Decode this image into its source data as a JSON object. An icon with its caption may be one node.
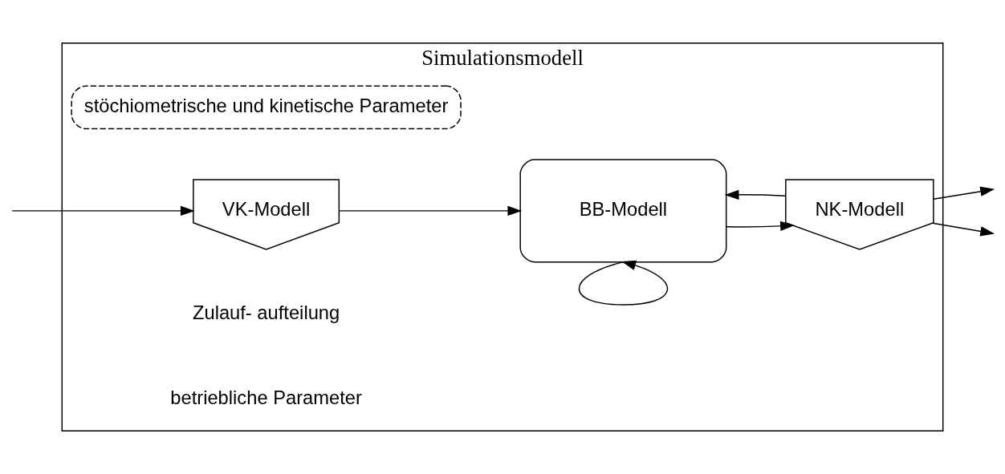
{
  "diagram": {
    "nodes": [
      {
        "text": [
          "Simulationsmodell"
        ]
      },
      {
        "text": [
          "stöchiometrische und kinetische Parameter"
        ],
        "in": 0
      },
      {
        "text": [
          "VK-Modell"
        ],
        "in": 0
      },
      {
        "text": [
          "BB-Modell"
        ],
        "in": 0
      },
      {
        "text": [
          "NK-Modell"
        ],
        "in": 0
      }
    ],
    "edges": [
      {
        "from": null,
        "to": 2,
        "arrow": "to"
      },
      {
        "from": 2,
        "to": 3,
        "arrow": "to"
      },
      {
        "from": 3,
        "to": 4,
        "arrow": "to"
      },
      {
        "from": 4,
        "to": null,
        "arrow": "to"
      },
      {
        "from": 3,
        "to": 3,
        "arrow": "to"
      },
      {
        "from": 4,
        "to": 3,
        "arrow": "to"
      },
      {
        "from": 4,
        "to": null,
        "arrow": "to"
      }
    ],
    "labels": [
      "Zulauf- aufteilung",
      "betriebliche Parameter"
    ]
  }
}
